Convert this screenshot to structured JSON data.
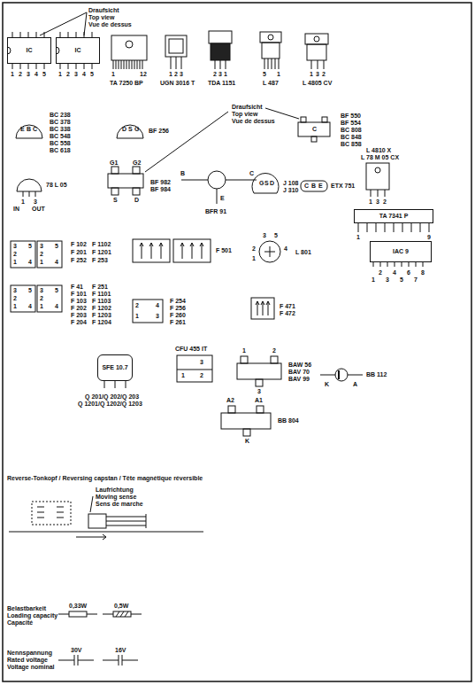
{
  "diagram": {
    "nodes": [
      {
        "text": [
          "IC"
        ]
      },
      {
        "text": [
          "IC"
        ]
      },
      {
        "text": [
          "TA 7341 P"
        ]
      },
      {
        "text": [
          "IAC 9"
        ]
      },
      {
        "text": [
          "SFE 10.7"
        ]
      }
    ],
    "labels": [
      "Draufsicht",
      "Top view",
      "Vue de dessus",
      "1",
      "2",
      "3",
      "4",
      "5",
      "1",
      "2",
      "3",
      "4",
      "5",
      "1",
      "12",
      "TA 7250 BP",
      "1",
      "2",
      "3",
      "UGN 3016 T",
      "2",
      "3",
      "1",
      "TDA 1151",
      "5",
      "1",
      "L 487",
      "1",
      "3",
      "2",
      "L 4805 CV",
      "E",
      "B",
      "C",
      "BC 238",
      "BC 378",
      "BC 338",
      "BC 548",
      "BC 558",
      "BC 618",
      "D",
      "S",
      "G",
      "BF 256",
      "Draufsicht",
      "Top view",
      "Vue de dessus",
      "C",
      "BF 550",
      "BF 554",
      "BC 808",
      "BC 848",
      "BC 858",
      "L 4810 X",
      "L 78 M 05 CX",
      "1",
      "3",
      "2",
      "G1",
      "G2",
      "S",
      "D",
      "BF 982",
      "BF 984",
      "B",
      "C",
      "E",
      "BFR 91",
      "78 L 05",
      "1",
      "3",
      "IN",
      "OUT",
      "G",
      "S",
      "D",
      "J 108",
      "J 310",
      "C",
      "B",
      "E",
      "ETX 751",
      "1",
      "9",
      "3",
      "5",
      "2",
      "1",
      "4",
      "3",
      "5",
      "2",
      "1",
      "4",
      "F 102",
      "F 1102",
      "F 201",
      "F 1201",
      "F 252",
      "F 253",
      "F 501",
      "3",
      "5",
      "2",
      "1",
      "4",
      "L 801",
      "2",
      "4",
      "6",
      "8",
      "1",
      "3",
      "5",
      "7",
      "3",
      "5",
      "2",
      "1",
      "4",
      "3",
      "5",
      "2",
      "1",
      "4",
      "F 41",
      "F 251",
      "F 101",
      "F 1101",
      "F 103",
      "F 1103",
      "F 202",
      "F 1202",
      "F 203",
      "F 1203",
      "F 204",
      "F 1204",
      "2",
      "4",
      "1",
      "3",
      "F 254",
      "F 256",
      "F 260",
      "F 261",
      "F 471",
      "F 472",
      "Q 201/Q 202/Q 203",
      "Q 1201/Q 1202/Q 1203",
      "CFU 455 IT",
      "3",
      "1",
      "2",
      "1",
      "2",
      "3",
      "BAW 56",
      "BAV 70",
      "BAV 99",
      "K",
      "A",
      "BB 112",
      "A2",
      "A1",
      "K",
      "BB 804",
      "Reverse-Tonkopf / Reversing capstan / Tête magnétique réversible",
      "Laufrichtung",
      "Moving sense",
      "Sens de marche",
      "Belastbarkeit",
      "Loading capacity",
      "Capacité",
      "0,33W",
      "0,5W",
      "Nennspannung",
      "Rated voltage",
      "Voltage nominal",
      "30V",
      "16V"
    ]
  }
}
